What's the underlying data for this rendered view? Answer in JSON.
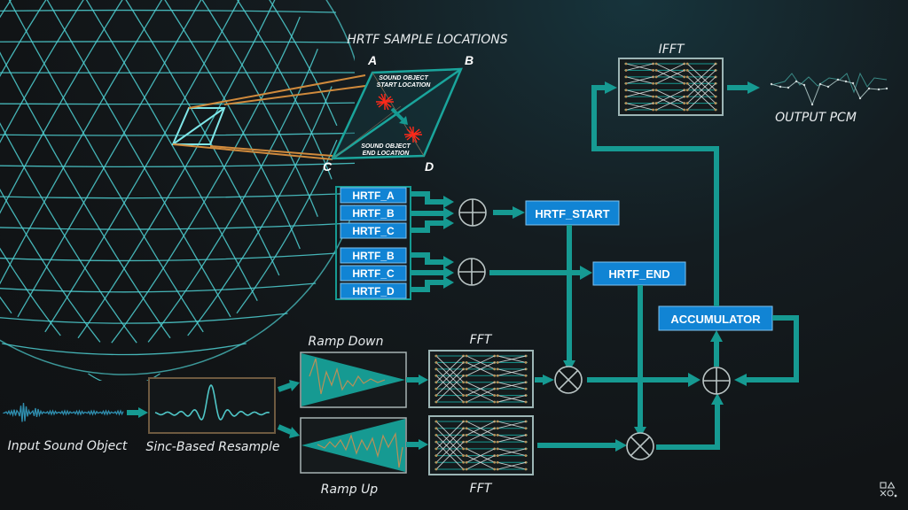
{
  "title": "HRTF SAMPLE LOCATIONS",
  "corners": {
    "a": "A",
    "b": "B",
    "c": "C",
    "d": "D"
  },
  "sound_object": {
    "start_line1": "SOUND OBJECT",
    "start_line2": "START LOCATION",
    "end_line1": "SOUND OBJECT",
    "end_line2": "END LOCATION"
  },
  "hrtf_group_start": [
    "HRTF_A",
    "HRTF_B",
    "HRTF_C"
  ],
  "hrtf_group_end": [
    "HRTF_B",
    "HRTF_C",
    "HRTF_D"
  ],
  "boxes": {
    "hrtf_start": "HRTF_START",
    "hrtf_end": "HRTF_END",
    "accumulator": "ACCUMULATOR"
  },
  "labels": {
    "ifft": "IFFT",
    "output": "OUTPUT  PCM",
    "input": "Input  Sound Object",
    "resample": "Sinc-Based Resample",
    "ramp_down": "Ramp Down",
    "ramp_up": "Ramp Up",
    "fft_top": "FFT",
    "fft_bottom": "FFT"
  },
  "operators": {
    "sum_start": "add",
    "sum_end": "add",
    "mul_top": "multiply",
    "mul_bottom": "multiply",
    "sum_accumulate": "add"
  },
  "colors": {
    "flow": "#169a92",
    "box_fill": "#1184d4",
    "sphere": "#4fd0d2",
    "orange_ray": "#d08a3c",
    "marker_red": "#ff2a1a"
  },
  "brand_icon": "playstation-shapes-icon"
}
